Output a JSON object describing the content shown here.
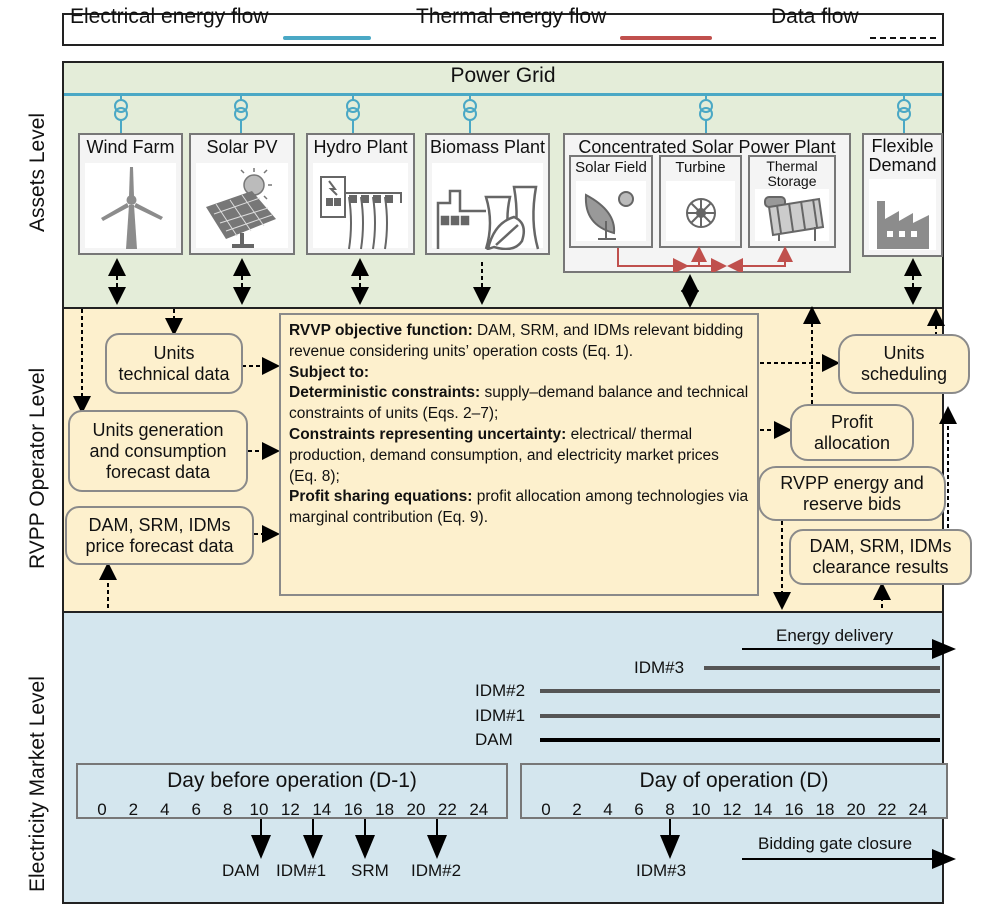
{
  "legend": {
    "electrical": "Electrical energy flow",
    "thermal": "Thermal energy flow",
    "data": "Data flow",
    "colors": {
      "electrical": "#4aa8c5",
      "thermal": "#c0504d",
      "data": "#000000"
    }
  },
  "levels": {
    "assets": "Assets Level",
    "rvpp": "RVPP Operator Level",
    "market": "Electricity Market Level"
  },
  "assets": {
    "grid_title": "Power Grid",
    "units": [
      "Wind Farm",
      "Solar PV",
      "Hydro Plant",
      "Biomass Plant"
    ],
    "csp": {
      "title": "Concentrated Solar Power Plant",
      "parts": [
        "Solar Field",
        "Turbine",
        "Thermal",
        "Storage"
      ]
    },
    "flexible_demand": [
      "Flexible",
      "Demand"
    ]
  },
  "rvpp": {
    "units_technical_data": [
      "Units",
      "technical data"
    ],
    "units_forecast": [
      "Units generation",
      "and consumption",
      "forecast data"
    ],
    "price_forecast": [
      "DAM, SRM, IDMs",
      "price forecast data"
    ],
    "objective": {
      "p1_bold": "RVVP objective function:",
      "p1_text": " DAM, SRM, and IDMs relevant bidding revenue considering units’ operation costs (Eq. 1).",
      "p2_bold": "Subject to:",
      "p3_bold": "Deterministic constraints:",
      "p3_text": " supply–demand balance and technical constraints of units (Eqs. 2–7);",
      "p4_bold": "Constraints representing uncertainty:",
      "p4_text": " electrical/ thermal production, demand consumption, and electricity market prices (Eq. 8);",
      "p5_bold": "Profit sharing equations:",
      "p5_text": " profit allocation among technologies via marginal contribution (Eq. 9)."
    },
    "units_scheduling": [
      "Units",
      "scheduling"
    ],
    "profit_allocation": [
      "Profit",
      "allocation"
    ],
    "bids": [
      "RVPP energy and",
      "reserve bids"
    ],
    "clearance": [
      "DAM, SRM, IDMs",
      "clearance results"
    ]
  },
  "market": {
    "energy_delivery": "Energy delivery",
    "lines": [
      "IDM#3",
      "IDM#2",
      "IDM#1",
      "DAM"
    ],
    "day_before": {
      "title": "Day before operation (D-1)",
      "ticks": [
        "0",
        "2",
        "4",
        "6",
        "8",
        "10",
        "12",
        "14",
        "16",
        "18",
        "20",
        "22",
        "24"
      ]
    },
    "day_of": {
      "title": "Day of operation (D)",
      "ticks": [
        "0",
        "2",
        "4",
        "6",
        "8",
        "10",
        "12",
        "14",
        "16",
        "18",
        "20",
        "22",
        "24"
      ]
    },
    "gate_labels_d1": [
      "DAM",
      "IDM#1",
      "SRM",
      "IDM#2"
    ],
    "gate_label_d": "IDM#3",
    "bidding_gate": "Bidding gate closure"
  }
}
